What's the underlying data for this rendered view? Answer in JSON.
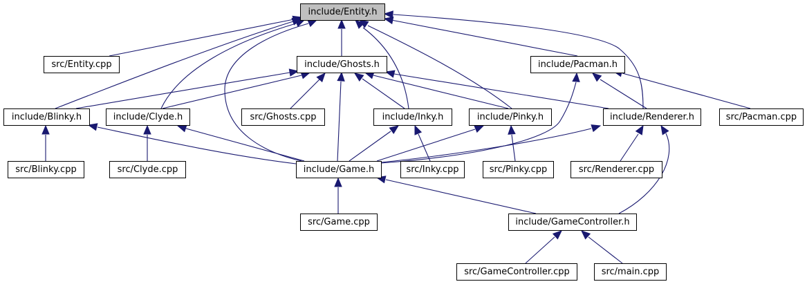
{
  "diagram": {
    "type": "include-dependency-graph",
    "colors": {
      "edge": "#191970",
      "root_fill": "#bfbfbf",
      "node_fill": "#ffffff",
      "node_stroke": "#000000"
    },
    "nodes": [
      {
        "id": "entity_h",
        "label": "include/Entity.h",
        "root": true
      },
      {
        "id": "entity_cpp",
        "label": "src/Entity.cpp"
      },
      {
        "id": "ghosts_h",
        "label": "include/Ghosts.h"
      },
      {
        "id": "pacman_h",
        "label": "include/Pacman.h"
      },
      {
        "id": "blinky_h",
        "label": "include/Blinky.h"
      },
      {
        "id": "clyde_h",
        "label": "include/Clyde.h"
      },
      {
        "id": "ghosts_cpp",
        "label": "src/Ghosts.cpp"
      },
      {
        "id": "inky_h",
        "label": "include/Inky.h"
      },
      {
        "id": "pinky_h",
        "label": "include/Pinky.h"
      },
      {
        "id": "renderer_h",
        "label": "include/Renderer.h"
      },
      {
        "id": "pacman_cpp",
        "label": "src/Pacman.cpp"
      },
      {
        "id": "blinky_cpp",
        "label": "src/Blinky.cpp"
      },
      {
        "id": "clyde_cpp",
        "label": "src/Clyde.cpp"
      },
      {
        "id": "game_h",
        "label": "include/Game.h"
      },
      {
        "id": "inky_cpp",
        "label": "src/Inky.cpp"
      },
      {
        "id": "pinky_cpp",
        "label": "src/Pinky.cpp"
      },
      {
        "id": "renderer_cpp",
        "label": "src/Renderer.cpp"
      },
      {
        "id": "game_cpp",
        "label": "src/Game.cpp"
      },
      {
        "id": "gamecontroller_h",
        "label": "include/GameController.h"
      },
      {
        "id": "gamecontroller_cpp",
        "label": "src/GameController.cpp"
      },
      {
        "id": "main_cpp",
        "label": "src/main.cpp"
      }
    ],
    "edges": [
      {
        "from": "entity_cpp",
        "to": "entity_h"
      },
      {
        "from": "ghosts_h",
        "to": "entity_h"
      },
      {
        "from": "pacman_h",
        "to": "entity_h"
      },
      {
        "from": "renderer_h",
        "to": "entity_h"
      },
      {
        "from": "blinky_h",
        "to": "entity_h"
      },
      {
        "from": "clyde_h",
        "to": "entity_h"
      },
      {
        "from": "game_h",
        "to": "entity_h"
      },
      {
        "from": "inky_h",
        "to": "entity_h"
      },
      {
        "from": "pinky_h",
        "to": "entity_h"
      },
      {
        "from": "blinky_h",
        "to": "ghosts_h"
      },
      {
        "from": "clyde_h",
        "to": "ghosts_h"
      },
      {
        "from": "ghosts_cpp",
        "to": "ghosts_h"
      },
      {
        "from": "game_h",
        "to": "ghosts_h"
      },
      {
        "from": "inky_h",
        "to": "ghosts_h"
      },
      {
        "from": "pinky_h",
        "to": "ghosts_h"
      },
      {
        "from": "renderer_h",
        "to": "ghosts_h"
      },
      {
        "from": "renderer_h",
        "to": "pacman_h"
      },
      {
        "from": "pacman_cpp",
        "to": "pacman_h"
      },
      {
        "from": "game_h",
        "to": "pacman_h"
      },
      {
        "from": "blinky_cpp",
        "to": "blinky_h"
      },
      {
        "from": "game_h",
        "to": "blinky_h"
      },
      {
        "from": "clyde_cpp",
        "to": "clyde_h"
      },
      {
        "from": "game_h",
        "to": "clyde_h"
      },
      {
        "from": "game_h",
        "to": "inky_h"
      },
      {
        "from": "inky_cpp",
        "to": "inky_h"
      },
      {
        "from": "game_h",
        "to": "pinky_h"
      },
      {
        "from": "pinky_cpp",
        "to": "pinky_h"
      },
      {
        "from": "game_h",
        "to": "renderer_h"
      },
      {
        "from": "renderer_cpp",
        "to": "renderer_h"
      },
      {
        "from": "gamecontroller_h",
        "to": "renderer_h"
      },
      {
        "from": "game_cpp",
        "to": "game_h"
      },
      {
        "from": "gamecontroller_h",
        "to": "game_h"
      },
      {
        "from": "gamecontroller_cpp",
        "to": "gamecontroller_h"
      },
      {
        "from": "main_cpp",
        "to": "gamecontroller_h"
      }
    ]
  }
}
